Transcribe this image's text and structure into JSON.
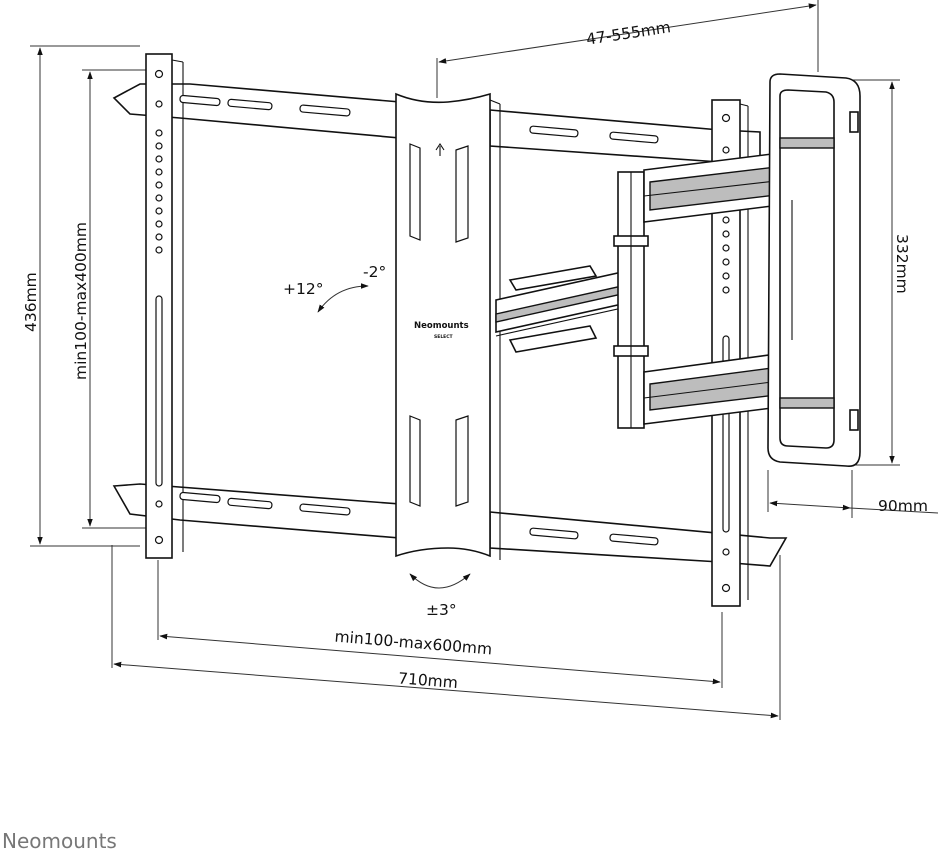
{
  "dimensions": {
    "depth_range": "47-555mm",
    "overall_height": "436mm",
    "vertical_hole_spacing": "min100-max400mm",
    "plate_height": "332mm",
    "plate_depth": "90mm",
    "horizontal_hole_spacing": "min100-max600mm",
    "overall_width": "710mm"
  },
  "angles": {
    "tilt_up": "+12°",
    "tilt_down": "-2°",
    "rotation": "±3°"
  },
  "product_label": {
    "brand": "Neomounts",
    "line": "SELECT"
  },
  "footer": {
    "brand": "Neomounts"
  },
  "colors": {
    "ink": "#111111",
    "shade": "#bdbdbd",
    "logo": "#777777"
  }
}
